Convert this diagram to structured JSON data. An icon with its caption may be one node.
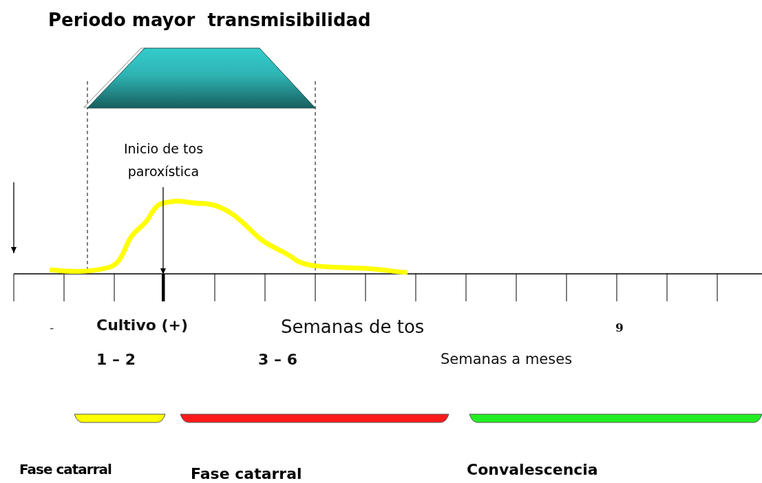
{
  "diagram": {
    "nodes": [
      {
        "text": [
          "Periodo mayor  transmisibilidad"
        ]
      },
      {
        "text": [
          "Inicio de tos paroxística"
        ]
      },
      {
        "text": [
          "Fase catarral"
        ]
      },
      {
        "text": [
          "Fase catarral"
        ]
      },
      {
        "text": [
          "Convalescencia"
        ]
      },
      {
        "text": [],
        "shape": "bar"
      }
    ],
    "edges": [
      {
        "from": 1,
        "to": 5,
        "arrow": "to"
      }
    ],
    "labels": [
      "-",
      "Cultivo (+)",
      "Semanas de tos",
      "9",
      "1 – 2",
      "3 – 6",
      "Semanas a meses"
    ]
  }
}
